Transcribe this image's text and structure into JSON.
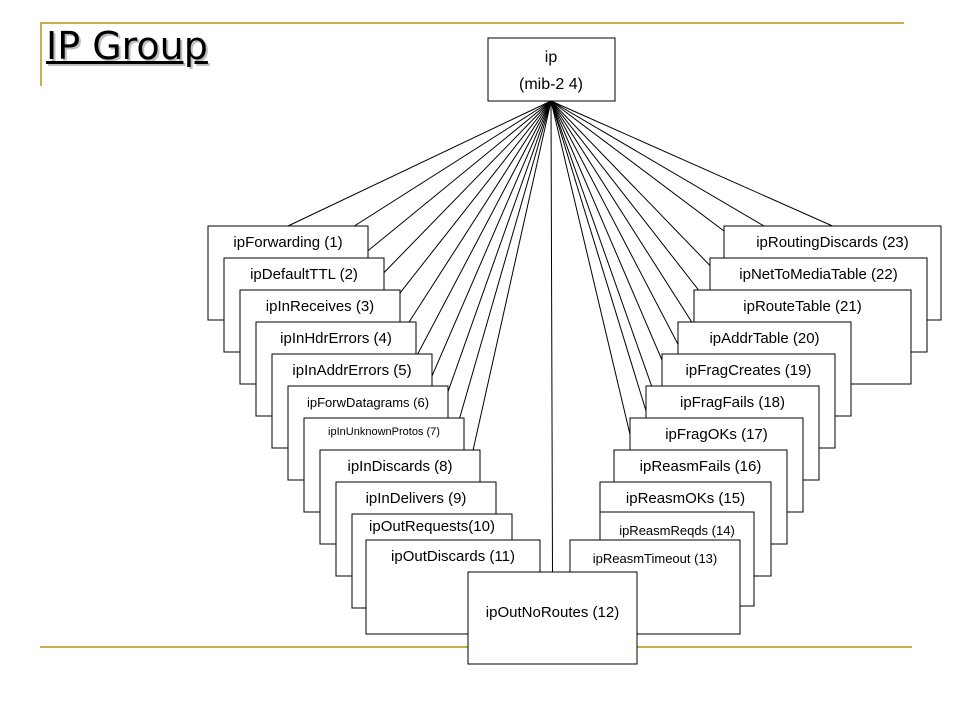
{
  "title": "IP Group",
  "root": {
    "line1": "ip",
    "line2": "(mib-2 4)"
  },
  "nodes": [
    "ipForwarding (1)",
    "ipDefaultTTL (2)",
    "ipInReceives (3)",
    "ipInHdrErrors (4)",
    "ipInAddrErrors (5)",
    "ipForwDatagrams (6)",
    "ipInUnknownProtos (7)",
    "ipInDiscards (8)",
    "ipInDelivers (9)",
    "ipOutRequests(10)",
    "ipOutDiscards (11)",
    "ipOutNoRoutes (12)",
    "ipReasmTimeout (13)",
    "ipReasmReqds (14)",
    "ipReasmOKs (15)",
    "ipReasmFails (16)",
    "ipFragOKs (17)",
    "ipFragFails (18)",
    "ipFragCreates (19)",
    "ipAddrTable (20)",
    "ipRouteTable (21)",
    "ipNetToMediaTable (22)",
    "ipRoutingDiscards (23)"
  ],
  "colors": {
    "rule": "#c9b04a",
    "text": "#000000",
    "box_border": "#000000"
  }
}
